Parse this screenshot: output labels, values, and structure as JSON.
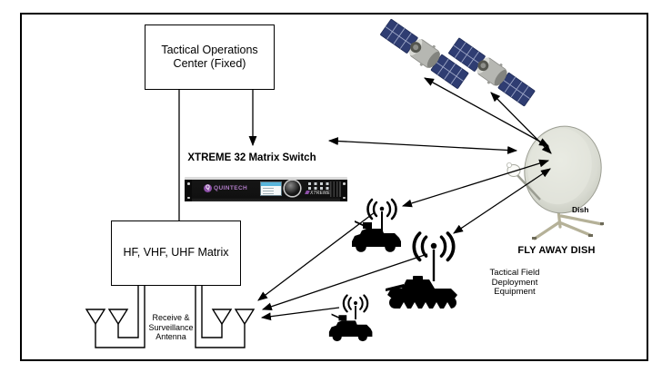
{
  "diagram": {
    "toc": {
      "line1": "Tactical Operations",
      "line2": "Center (Fixed)"
    },
    "switch": {
      "label": "XTREME 32 Matrix Switch",
      "brand": "QUINTECH",
      "model": "XTREME 32"
    },
    "matrix": {
      "label": "HF, VHF, UHF Matrix"
    },
    "receive_antenna": {
      "line1": "Receive &",
      "line2": "Surveillance",
      "line3": "Antenna"
    },
    "flyaway": {
      "caption": "Dish",
      "label": "FLY AWAY DISH"
    },
    "field": {
      "line1": "Tactical Field",
      "line2": "Deployment",
      "line3": "Equipment"
    },
    "colors": {
      "line": "#000000",
      "brand_purple": "#8d4fa8",
      "satellite_panel": "#2f3d72",
      "dish_face": "#d9dbd2",
      "tripod": "#b5b198"
    }
  }
}
